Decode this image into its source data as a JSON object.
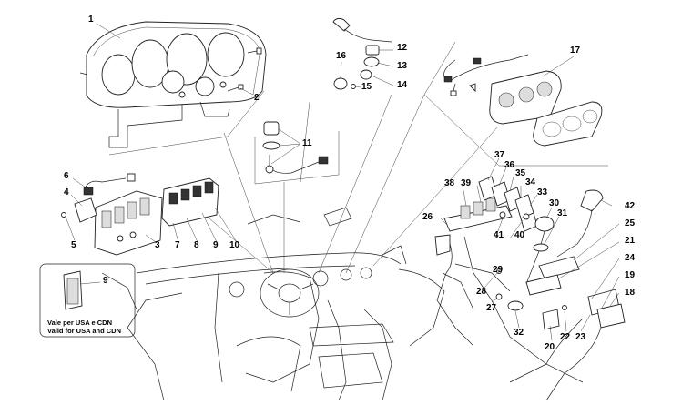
{
  "callouts": {
    "c1": "1",
    "c2": "2",
    "c3": "3",
    "c4": "4",
    "c5": "5",
    "c6": "6",
    "c7": "7",
    "c8": "8",
    "c9": "9",
    "c9b": "9",
    "c10": "10",
    "c11": "11",
    "c12": "12",
    "c13": "13",
    "c14": "14",
    "c15": "15",
    "c16": "16",
    "c17": "17",
    "c18": "18",
    "c19": "19",
    "c20": "20",
    "c21": "21",
    "c22": "22",
    "c23": "23",
    "c24": "24",
    "c25": "25",
    "c26": "26",
    "c27": "27",
    "c28": "28",
    "c29": "29",
    "c30": "30",
    "c31": "31",
    "c32": "32",
    "c33": "33",
    "c34": "34",
    "c35": "35",
    "c36": "36",
    "c37": "37",
    "c38": "38",
    "c39": "39",
    "c40": "40",
    "c41": "41",
    "c42": "42"
  },
  "inset_note": {
    "line1": "Vale per USA e CDN",
    "line2": "Valid for USA and CDN"
  }
}
